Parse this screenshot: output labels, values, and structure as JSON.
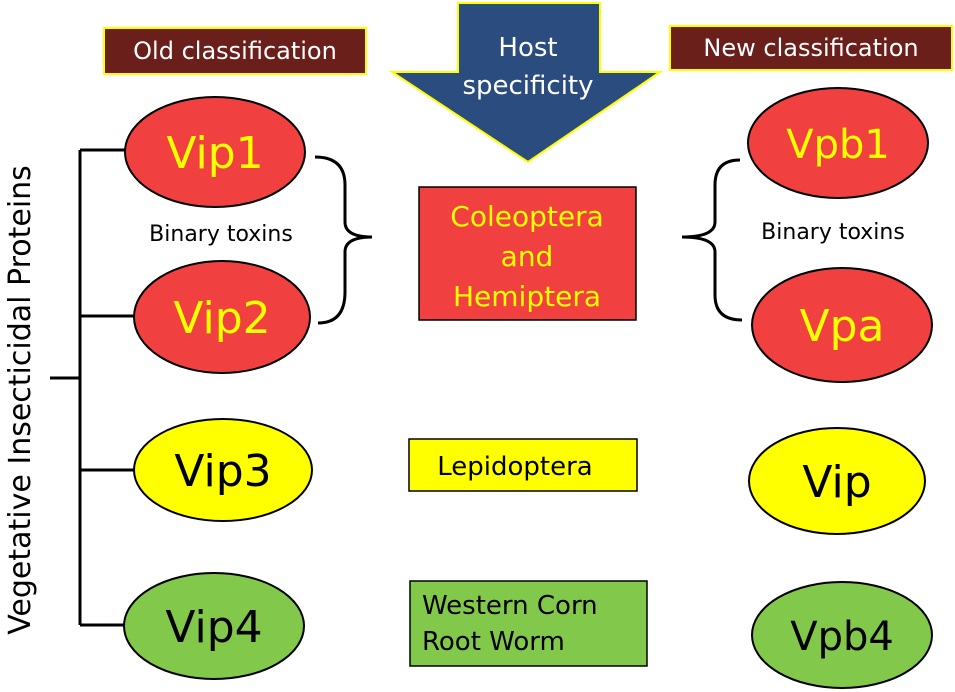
{
  "header": {
    "old_title": "Old classification",
    "new_title": "New classification",
    "arrow_line1": "Host",
    "arrow_line2": "specificity"
  },
  "axis_label": "Vegetative Insecticidal Proteins",
  "old": {
    "vip1": "Vip1",
    "vip2": "Vip2",
    "vip3": "Vip3",
    "vip4": "Vip4",
    "binary": "Binary toxins"
  },
  "new": {
    "vpb1": "Vpb1",
    "vpa": "Vpa",
    "vip": "Vip",
    "vpb4": "Vpb4",
    "binary": "Binary toxins"
  },
  "hosts": {
    "coleoptera_line1": "Coleoptera",
    "coleoptera_line2": "and",
    "coleoptera_line3": "Hemiptera",
    "lepidoptera": "Lepidoptera",
    "wcrw_line1": "Western Corn",
    "wcrw_line2": "Root Worm"
  },
  "colors": {
    "red": "#f04040",
    "yellow": "#ffff00",
    "green": "#82c84a",
    "header_bg": "#6b1f1a",
    "header_border": "#ffff00",
    "arrow_fill": "#2b4c7e",
    "arrow_border": "#ffff00",
    "text_yellow": "#ffff00"
  }
}
